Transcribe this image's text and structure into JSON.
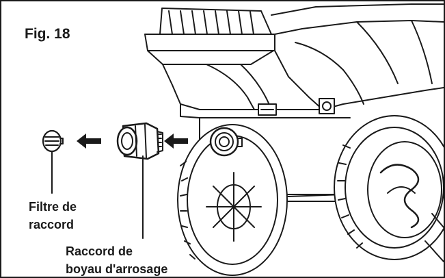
{
  "figure": {
    "title": "Fig. 18",
    "labels": {
      "filter_line1": "Filtre de",
      "filter_line2": "raccord",
      "coupling_line1": "Raccord de",
      "coupling_line2": "boyau d'arrosage"
    }
  },
  "icons": {
    "arrow_left": "arrow-left-icon"
  },
  "colors": {
    "line": "#1a1a1a",
    "background": "#ffffff",
    "shade": "#e6e6e6"
  }
}
